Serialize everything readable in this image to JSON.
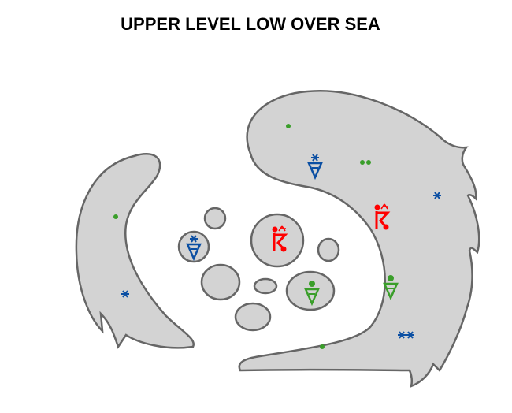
{
  "title": "UPPER LEVEL LOW OVER SEA",
  "colors": {
    "cloud_fill": "#d3d3d3",
    "cloud_stroke": "#666666",
    "snow": "#0b4fa3",
    "rain": "#3a9e2a",
    "thunder": "#ff0000"
  },
  "symbols": [
    {
      "type": "rain-dot",
      "color": "rain"
    },
    {
      "type": "snow-shower",
      "color": "snow"
    },
    {
      "type": "double-rain-dot",
      "color": "rain"
    },
    {
      "type": "snow-star",
      "color": "snow"
    },
    {
      "type": "thunderstorm-snow",
      "color": "thunder"
    },
    {
      "type": "rain-shower",
      "color": "rain"
    },
    {
      "type": "double-snow-star",
      "color": "snow"
    }
  ]
}
